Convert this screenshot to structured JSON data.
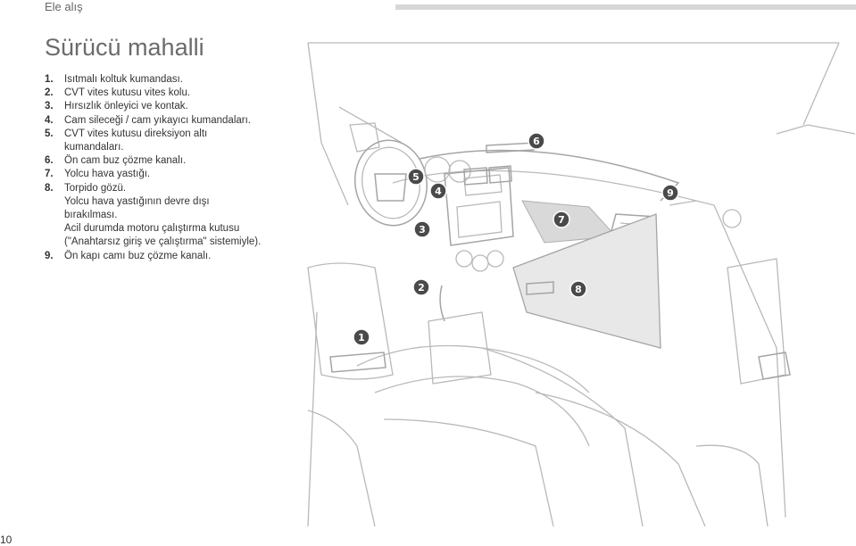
{
  "header": {
    "section": "Ele alış"
  },
  "title": "Sürücü mahalli",
  "items": [
    {
      "num": "1.",
      "text": "Isıtmalı koltuk kumandası."
    },
    {
      "num": "2.",
      "text": "CVT vites kutusu vites kolu."
    },
    {
      "num": "3.",
      "text": "Hırsızlık önleyici ve kontak."
    },
    {
      "num": "4.",
      "text": "Cam sileceği / cam yıkayıcı kumandaları."
    },
    {
      "num": "5.",
      "text": "CVT vites kutusu direksiyon altı"
    },
    {
      "num": "",
      "text": "kumandaları."
    },
    {
      "num": "6.",
      "text": "Ön cam buz çözme kanalı."
    },
    {
      "num": "7.",
      "text": "Yolcu hava yastığı."
    },
    {
      "num": "8.",
      "text": "Torpido gözü."
    },
    {
      "num": "",
      "text": "Yolcu hava yastığının devre dışı"
    },
    {
      "num": "",
      "text": "bırakılması."
    },
    {
      "num": "",
      "text": "Acil durumda motoru çalıştırma kutusu"
    },
    {
      "num": "",
      "text": "(\"Anahtarsız giriş ve çalıştırma\" sistemiyle)."
    },
    {
      "num": "9.",
      "text": "Ön kapı camı buz çözme kanalı."
    }
  ],
  "callouts": [
    "1",
    "2",
    "3",
    "4",
    "5",
    "6",
    "7",
    "8",
    "9"
  ],
  "page_number": "10",
  "colors": {
    "callout_fill": "#4a4a4a",
    "airbag_zone": "#d9d9d9",
    "line": "#b9b9b9"
  }
}
